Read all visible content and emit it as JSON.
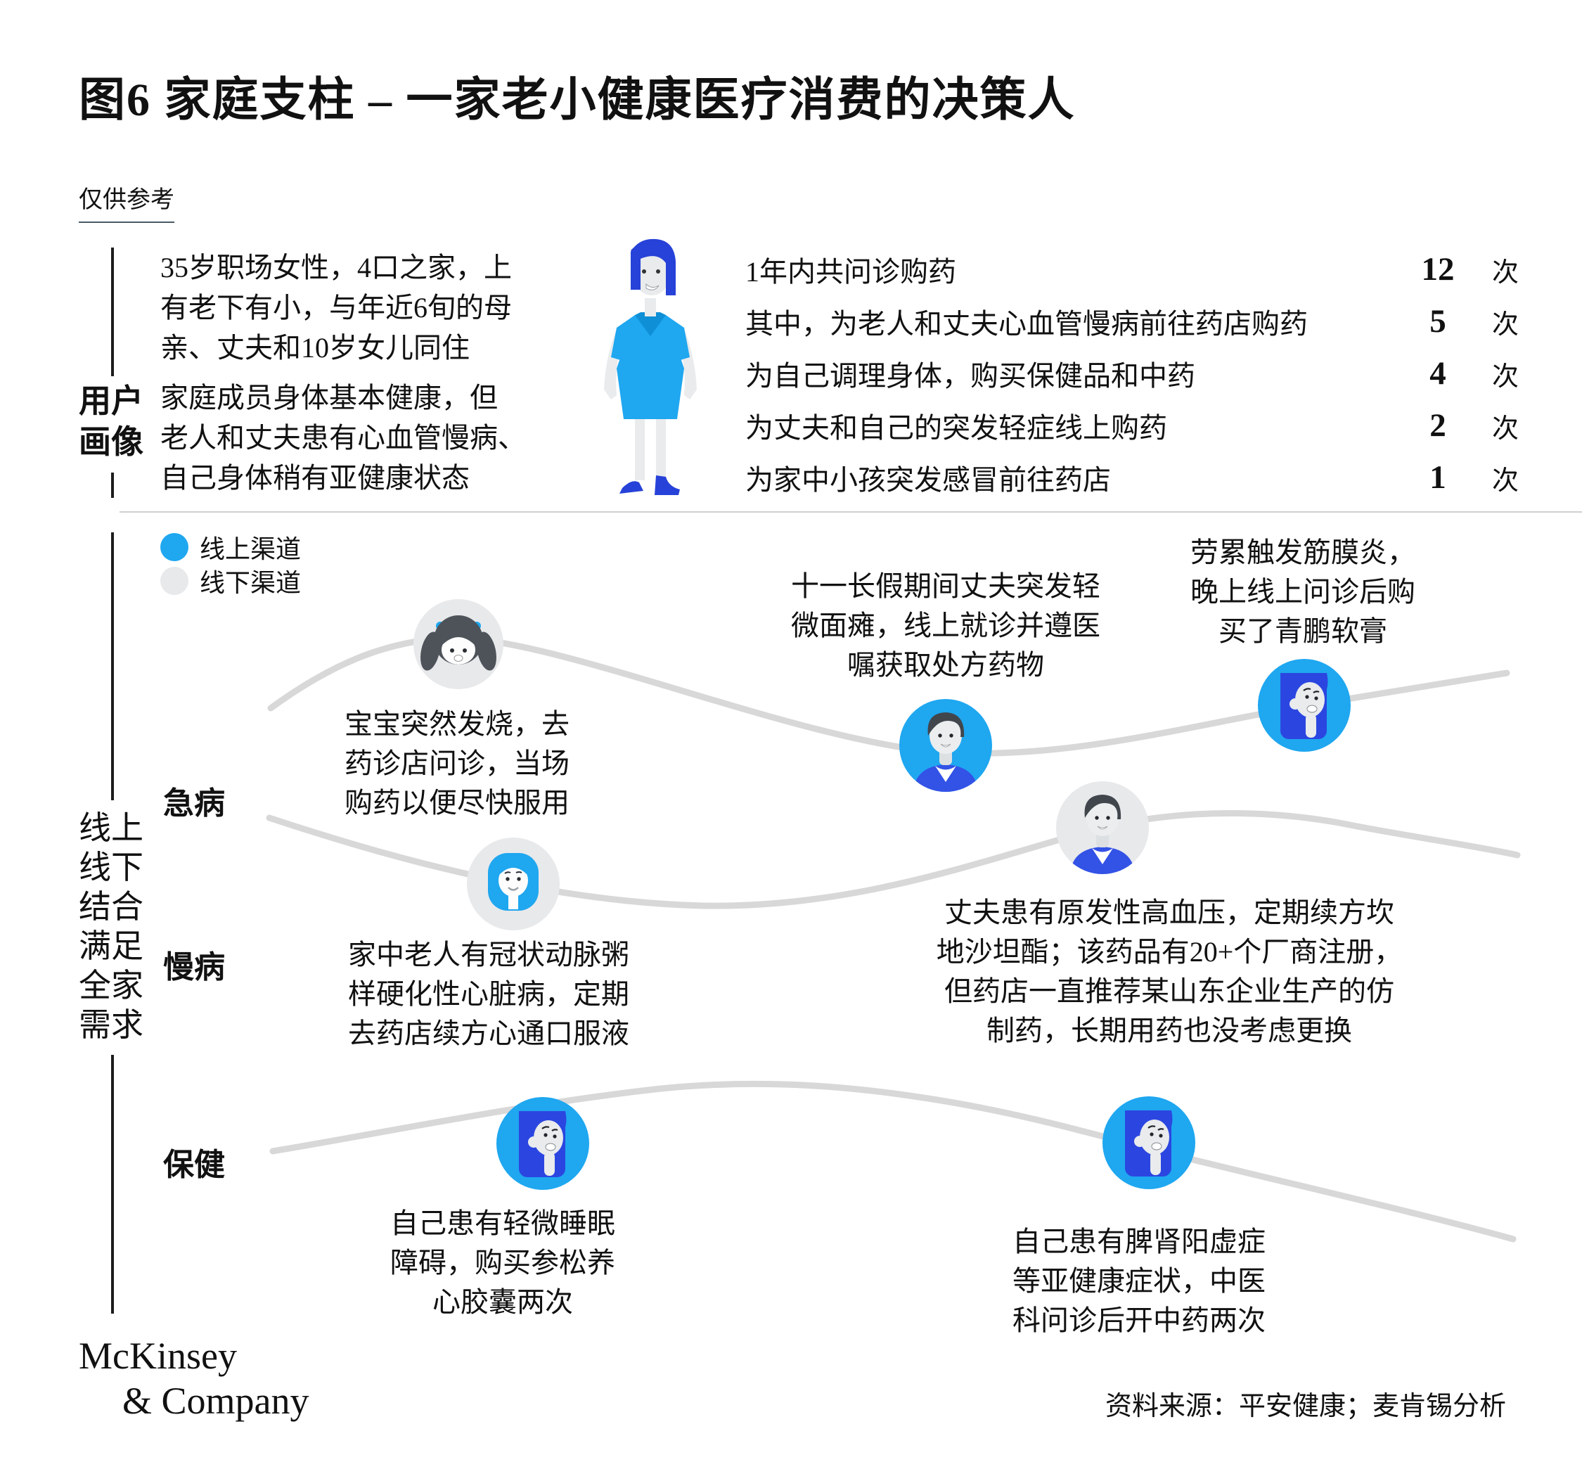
{
  "header": {
    "title": "图6 家庭支柱 – 一家老小健康医疗消费的决策人",
    "note": "仅供参考"
  },
  "colors": {
    "online": "#1FA7F0",
    "offline": "#E8E9EB",
    "royal": "#2B46E0",
    "line": "#D8D8D8",
    "hair": "#484D54",
    "ink": "#111111"
  },
  "profile": {
    "section_label": "用户\n画像",
    "persona_icon": "woman-standing-illustration",
    "description_1": "35岁职场女性，4口之家，上\n有老下有小，与年近6旬的母\n亲、丈夫和10岁女儿同住",
    "description_2": "家庭成员身体基本健康，但\n老人和丈夫患有心血管慢病、\n自己身体稍有亚健康状态",
    "stats": [
      {
        "label": "1年内共问诊购药",
        "value": "12",
        "unit": "次"
      },
      {
        "label": "其中，为老人和丈夫心血管慢病前往药店购药",
        "value": "5",
        "unit": "次"
      },
      {
        "label": "为自己调理身体，购买保健品和中药",
        "value": "4",
        "unit": "次"
      },
      {
        "label": "为丈夫和自己的突发轻症线上购药",
        "value": "2",
        "unit": "次"
      },
      {
        "label": "为家中小孩突发感冒前往药店",
        "value": "1",
        "unit": "次"
      }
    ]
  },
  "journey": {
    "section_label": "线上\n线下\n结合\n满足\n全家\n需求",
    "legend": [
      {
        "label": "线上渠道",
        "color": "#1FA7F0"
      },
      {
        "label": "线下渠道",
        "color": "#E8E9EB"
      }
    ],
    "rows": [
      {
        "label": "急病"
      },
      {
        "label": "慢病"
      },
      {
        "label": "保健"
      }
    ],
    "notes": [
      {
        "row": "急病",
        "channel": "线下",
        "avatar": "girl-avatar",
        "text": "宝宝突然发烧，去\n药诊店问诊，当场\n购药以便尽快服用"
      },
      {
        "row": "急病",
        "channel": "线上",
        "avatar": "man-avatar",
        "text": "十一长假期间丈夫突发轻\n微面瘫，线上就诊并遵医\n嘱获取处方药物"
      },
      {
        "row": "急病",
        "channel": "线上",
        "avatar": "woman-avatar",
        "text": "劳累触发筋膜炎，\n晚上线上问诊后购\n买了青鹏软膏"
      },
      {
        "row": "慢病",
        "channel": "线下",
        "avatar": "woman-avatar",
        "text": "家中老人有冠状动脉粥\n样硬化性心脏病，定期\n去药店续方心通口服液"
      },
      {
        "row": "慢病",
        "channel": "线下",
        "avatar": "man-avatar",
        "text": "丈夫患有原发性高血压，定期续方坎\n地沙坦酯；该药品有20+个厂商注册，\n但药店一直推荐某山东企业生产的仿\n制药，长期用药也没考虑更换"
      },
      {
        "row": "保健",
        "channel": "线上",
        "avatar": "woman-avatar",
        "text": "自己患有轻微睡眠\n障碍，购买参松养\n心胶囊两次"
      },
      {
        "row": "保健",
        "channel": "线上",
        "avatar": "woman-avatar",
        "text": "自己患有脾肾阳虚症\n等亚健康症状，中医\n科问诊后开中药两次"
      }
    ]
  },
  "footer": {
    "logo_line1": "McKinsey",
    "logo_line2": "& Company",
    "source": "资料来源：平安健康；麦肯锡分析"
  }
}
